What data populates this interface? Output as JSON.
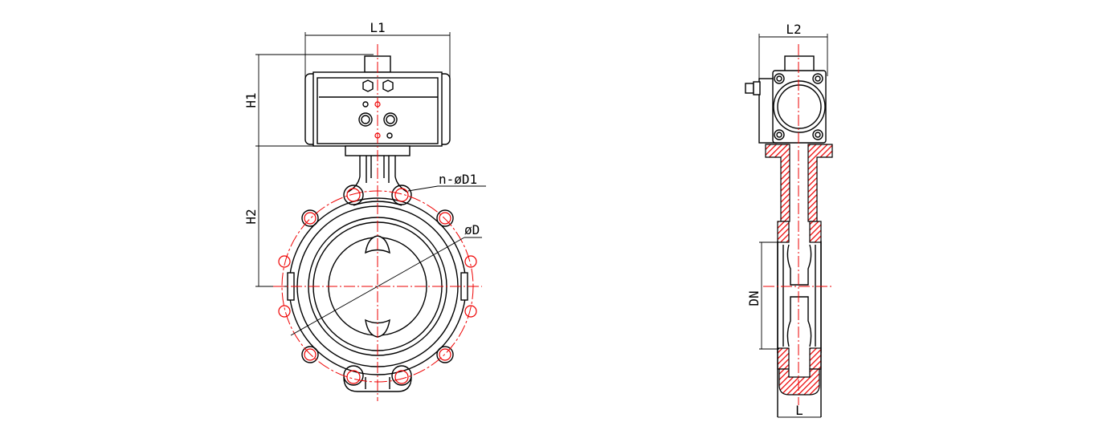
{
  "front_view": {
    "dim_width_label": "L1",
    "dim_actuator_height_label": "H1",
    "dim_body_height_label": "H2",
    "bolt_holes_label": "n-øD1",
    "bolt_circle_label": "øD"
  },
  "side_view": {
    "dim_actuator_width_label": "L2",
    "dim_nominal_diameter_label": "DN",
    "dim_face_length_label": "L"
  },
  "colors": {
    "line": "#000000",
    "centerline": "#e00000",
    "section": "#e00000"
  }
}
